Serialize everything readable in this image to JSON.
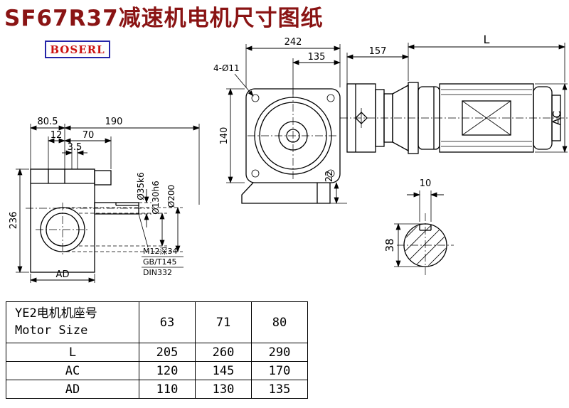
{
  "page": {
    "title": "SF67R37减速机电机尺寸图纸",
    "logo": "BOSERL"
  },
  "colors": {
    "title": "#8a1414",
    "logo_text": "#cc1111",
    "logo_border": "#2424a8",
    "line": "#000000"
  },
  "side_view": {
    "d80_5": "80.5",
    "d190": "190",
    "d12": "12",
    "d70": "70",
    "d3_5": "3.5",
    "d236": "236",
    "dAD": "AD",
    "dia_shaft": "Ø35k6",
    "dia_boss": "Ø130h6",
    "dia_housing": "Ø200",
    "note1": "M12深34",
    "note2": "GB/T145",
    "note3": "DIN332"
  },
  "front_view": {
    "d242": "242",
    "d135": "135",
    "holes": "4-Ø11",
    "d140": "140",
    "d22": "22"
  },
  "motor_view": {
    "d157": "157",
    "dL": "L",
    "dAC": "AC"
  },
  "shaft_view": {
    "d10": "10",
    "d38": "38"
  },
  "table": {
    "header": {
      "line1": "YE2电机机座号",
      "line2": "Motor Size",
      "cols": [
        "63",
        "71",
        "80"
      ]
    },
    "rows": [
      {
        "label": "L",
        "values": [
          "205",
          "260",
          "290"
        ]
      },
      {
        "label": "AC",
        "values": [
          "120",
          "145",
          "170"
        ]
      },
      {
        "label": "AD",
        "values": [
          "110",
          "130",
          "135"
        ]
      }
    ]
  }
}
